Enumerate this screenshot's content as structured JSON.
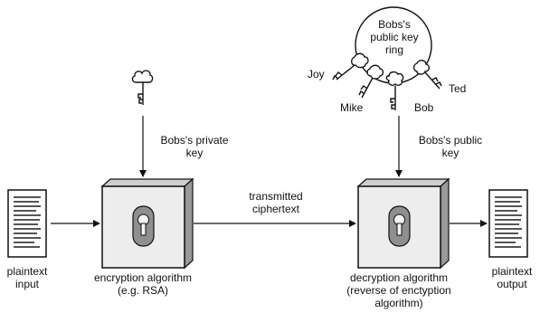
{
  "labels": {
    "plaintext_input": [
      "plaintext",
      "input"
    ],
    "encryption_algorithm": [
      "encryption algorithm",
      "(e.g. RSA)"
    ],
    "private_key": [
      "Bobs's private",
      "key"
    ],
    "transmitted": [
      "transmitted",
      "ciphertext"
    ],
    "decryption_algorithm": [
      "decryption algorithm",
      "(reverse of enctyption",
      "algorithm)"
    ],
    "public_key": [
      "Bobs's public",
      "key"
    ],
    "plaintext_output": [
      "plaintext",
      "output"
    ],
    "key_ring": [
      "Bobs's",
      "public key",
      "ring"
    ],
    "ring_keys": {
      "joy": "Joy",
      "mike": "Mike",
      "bob": "Bob",
      "ted": "Ted"
    }
  },
  "colors": {
    "stroke": "#111111",
    "box_front": "#ededed",
    "box_side": "#9a9a9a",
    "box_top": "#cfcfcf",
    "lock_body": "#8f8f8f",
    "document_bg": "#ffffff"
  },
  "icons": {
    "documents": "document-icon",
    "algorithms": "lock-box-icon",
    "keys": "key-icon",
    "ring": "key-ring-icon"
  }
}
